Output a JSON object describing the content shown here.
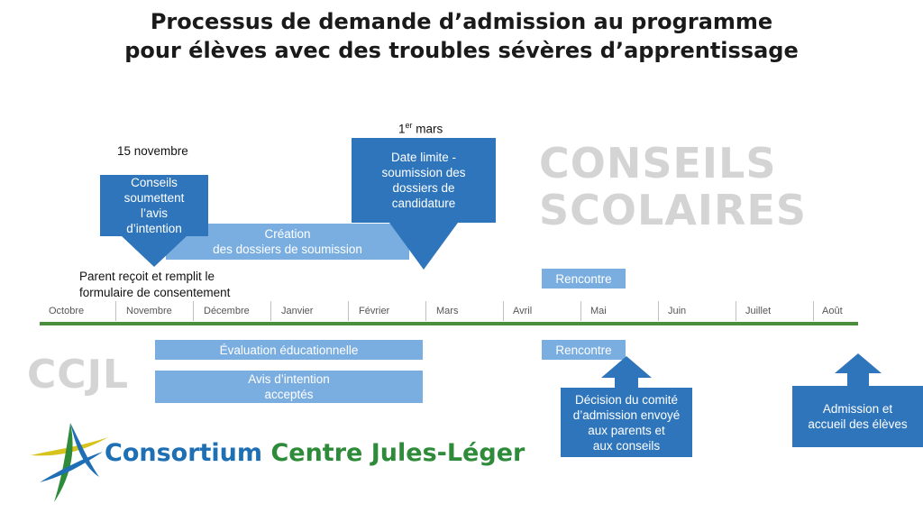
{
  "title": {
    "line1": "Processus de demande d’admission au programme",
    "line2": "pour élèves avec des troubles sévères d’apprentissage"
  },
  "labels": {
    "conseils_line1": "CONSEILS",
    "conseils_line2": "SCOLAIRES",
    "ccjl": "CCJL",
    "date_nov": "15 novembre",
    "date_mars_num": "1",
    "date_mars_sup": "er",
    "date_mars_text": " mars",
    "parent_line1": "Parent reçoit et remplit le",
    "parent_line2": "formulaire de consentement"
  },
  "boxes": {
    "conseils_avis": [
      "Conseils",
      "soumettent",
      "l’avis",
      "d’intention"
    ],
    "creation": [
      "Création",
      "des dossiers de soumission"
    ],
    "date_limite": [
      "Date limite -",
      "soumission des",
      "dossiers de",
      "candidature"
    ],
    "rencontre_top": "Rencontre",
    "evaluation": "Évaluation éducationnelle",
    "avis_acceptes": [
      "Avis d’intention",
      "acceptés"
    ],
    "rencontre_bottom": "Rencontre",
    "decision": [
      "Décision du comité",
      "d’admission envoyé",
      "aux parents et",
      "aux conseils"
    ],
    "admission": [
      "Admission et",
      "accueil des élèves"
    ]
  },
  "months": [
    "Octobre",
    "Novembre",
    "Décembre",
    "Janvier",
    "Février",
    "Mars",
    "Avril",
    "Mai",
    "Juin",
    "Juillet",
    "Août"
  ],
  "logo": {
    "word1": "Consortium",
    "word2": "Centre Jules-Léger"
  },
  "colors": {
    "dark_blue": "#2e75bb",
    "light_blue": "#7aaee0",
    "timeline_green": "#4a8d3c",
    "watermark_gray": "#d4d4d4",
    "logo_blue": "#1f6fb5",
    "logo_green": "#2e8b3a",
    "logo_yellow": "#d8c31e"
  }
}
